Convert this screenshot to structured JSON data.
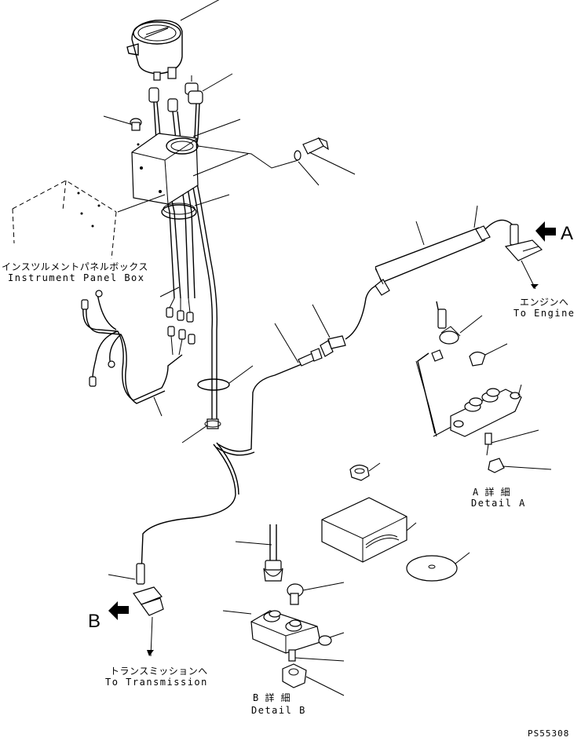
{
  "labels": {
    "instrument_panel_box_jp": "インスツルメントパネルボックス",
    "instrument_panel_box_en": "Instrument Panel Box",
    "to_engine_jp": "エンジンへ",
    "to_engine_en": "To Engine",
    "to_transmission_jp": "トランスミッションへ",
    "to_transmission_en": "To Transmission",
    "detail_a_jp": "A 詳 細",
    "detail_a_en": "Detail A",
    "detail_b_jp": "B 詳 細",
    "detail_b_en": "Detail B",
    "arrow_a": "A",
    "arrow_b": "B",
    "drawing_number": "PS55308"
  }
}
